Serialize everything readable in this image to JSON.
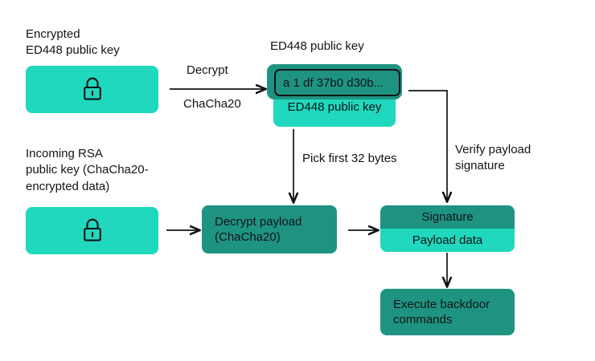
{
  "diagram": {
    "title_labels": {
      "encrypted_key": "Encrypted\nED448 public key",
      "ed448_public_key": "ED448 public key",
      "incoming_rsa": "Incoming RSA\npublic key (ChaCha20-\nencrypted data)"
    },
    "edge_labels": {
      "decrypt": "Decrypt",
      "chacha20": "ChaCha20",
      "pick_first_32_bytes": "Pick first 32 bytes",
      "verify_payload_signature": "Verify payload\nsignature"
    },
    "nodes": {
      "encrypted_key_box": {
        "icon": "padlock-icon"
      },
      "incoming_rsa_box": {
        "icon": "padlock-icon"
      },
      "ed448_key_box": {
        "hex_value": "a 1 df 37b0 d30b...",
        "caption": "ED448 public key"
      },
      "decrypt_payload_box": {
        "text": "Decrypt payload\n(ChaCha20)"
      },
      "payload_stack": {
        "signature": "Signature",
        "payload_data": "Payload data"
      },
      "execute_box": {
        "text": "Execute backdoor\ncommands"
      }
    },
    "colors": {
      "teal_light": "#20d8bd",
      "teal_dark": "#1f9382",
      "stroke": "#111417",
      "background": "#ffffff"
    }
  }
}
